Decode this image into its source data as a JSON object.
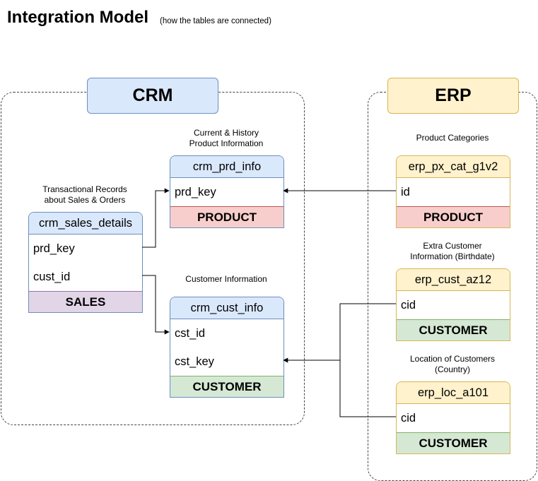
{
  "header": {
    "title": "Integration Model",
    "subtitle": "(how the tables are connected)"
  },
  "groups": {
    "crm": "CRM",
    "erp": "ERP"
  },
  "captions": {
    "prd": "Current & History\nProduct Information",
    "sales": "Transactional Records\nabout Sales & Orders",
    "cust": "Customer Information",
    "px": "Product Categories",
    "az12": "Extra Customer\nInformation (Birthdate)",
    "loc": "Location of Customers\n(Country)"
  },
  "tables": {
    "crm_prd_info": {
      "name": "crm_prd_info",
      "fields": [
        "prd_key"
      ],
      "tag": "PRODUCT"
    },
    "crm_sales_details": {
      "name": "crm_sales_details",
      "fields": [
        "prd_key",
        "cust_id"
      ],
      "tag": "SALES"
    },
    "crm_cust_info": {
      "name": "crm_cust_info",
      "fields": [
        "cst_id",
        "cst_key"
      ],
      "tag": "CUSTOMER"
    },
    "erp_px_cat_g1v2": {
      "name": "erp_px_cat_g1v2",
      "fields": [
        "id"
      ],
      "tag": "PRODUCT"
    },
    "erp_cust_az12": {
      "name": "erp_cust_az12",
      "fields": [
        "cid"
      ],
      "tag": "CUSTOMER"
    },
    "erp_loc_a101": {
      "name": "erp_loc_a101",
      "fields": [
        "cid"
      ],
      "tag": "CUSTOMER"
    }
  },
  "colors": {
    "crm_header": "#dae8fc",
    "erp_header": "#fff2cc",
    "product_tag": "#f8cecc",
    "sales_tag": "#e1d5e7",
    "customer_tag": "#d5e8d4"
  }
}
